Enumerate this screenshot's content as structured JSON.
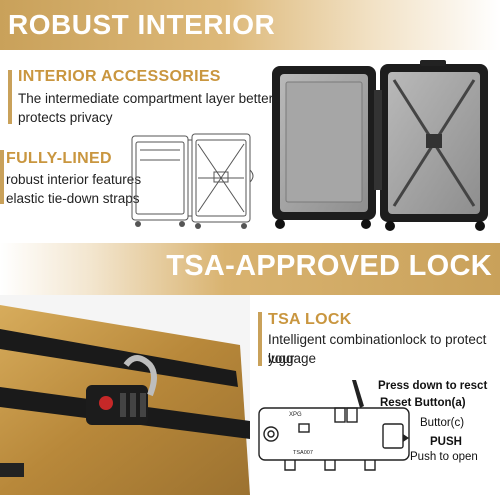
{
  "top_banner": {
    "title": "ROBUST INTERIOR"
  },
  "interior_accessories": {
    "heading": "INTERIOR ACCESSORIES",
    "line1": "The intermediate compartment layer better",
    "line2": "protects privacy"
  },
  "fully_lined": {
    "heading": "FULLY-LINED",
    "line1": "robust interior features",
    "line2": "elastic tie-down straps"
  },
  "mid_banner": {
    "title": "TSA-APPROVED LOCK"
  },
  "tsa_lock": {
    "heading": "TSA LOCK",
    "line1": "Intelligent combinationlock to protect your",
    "line2": "luggage"
  },
  "lock_diagram": {
    "label_press": "Press down to resct",
    "label_reset": "Reset Button(a)",
    "label_button_c": "Buttor(c)",
    "label_push": "PUSH",
    "label_push_open": "Push to open",
    "code_top": "XPG",
    "code_bottom": "TSA007"
  },
  "colors": {
    "gold": "#c9a15a",
    "heading_gold": "#c9963f"
  }
}
